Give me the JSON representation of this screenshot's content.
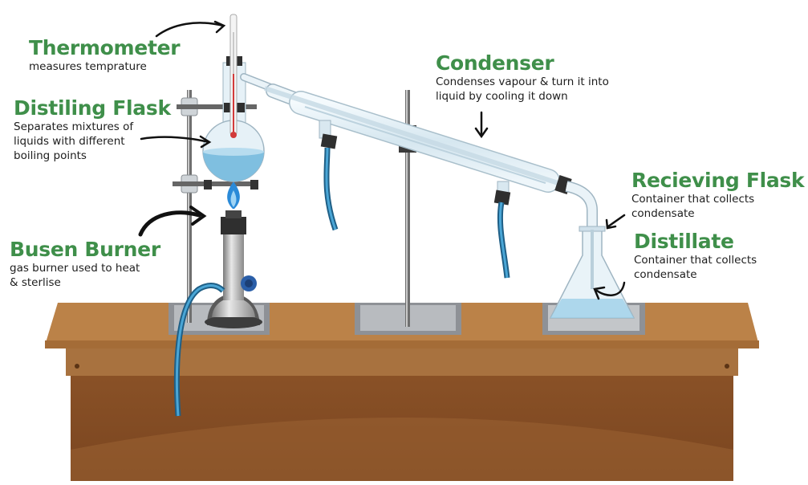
{
  "labels": {
    "thermometer": {
      "title": "Thermometer",
      "desc": "measures temprature"
    },
    "distiling_flask": {
      "title": "Distiling Flask",
      "desc": "Separates mixtures of liquids with different boiling points"
    },
    "busen_burner": {
      "title": "Busen Burner",
      "desc": "gas burner used to heat & sterlise"
    },
    "condenser": {
      "title": "Condenser",
      "desc": "Condenses vapour & turn it into liquid by cooling it down"
    },
    "recieving_flask": {
      "title": "Recieving Flask",
      "desc": "Container that collects condensate"
    },
    "distillate": {
      "title": "Distillate",
      "desc": "Container that collects condensate"
    }
  },
  "colors": {
    "title_green": "#3f8f4a",
    "table_top": "#b47a45",
    "table_body": "#8c5227",
    "water_blue": "#6fb4d6",
    "tube_blue": "#2e86b5",
    "flame_blue": "#2a8ad8",
    "glass": "#dcebf3"
  }
}
